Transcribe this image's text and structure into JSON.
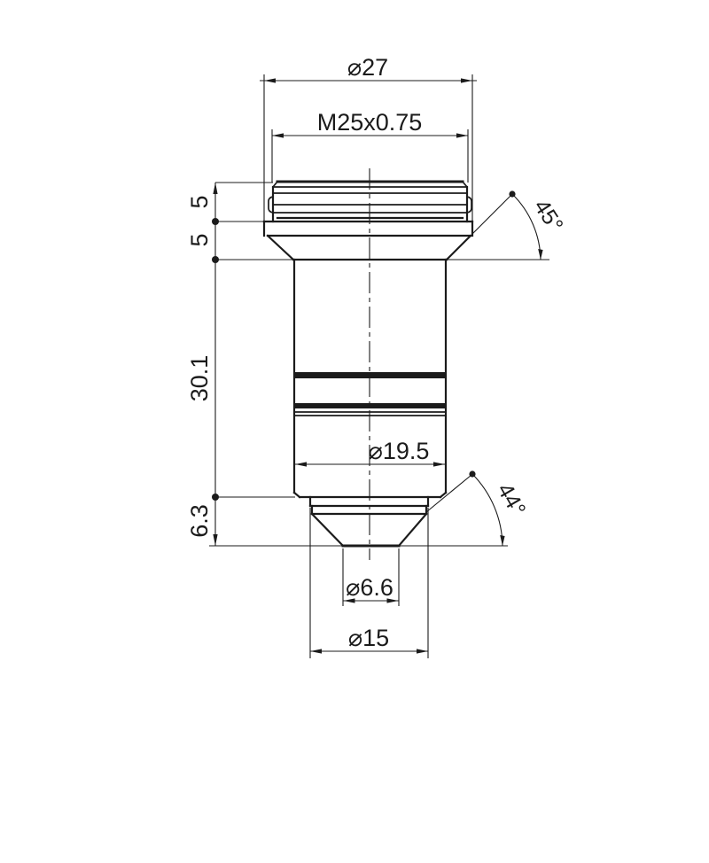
{
  "drawing": {
    "ink": "#1b1b1b",
    "background": "#ffffff",
    "labels": {
      "outer_diameter": "⌀27",
      "thread": "M25x0.75",
      "thread_length": "5",
      "flange_height": "5",
      "body_length": "30.1",
      "nose_length": "6.3",
      "body_diameter": "⌀19.5",
      "flange_chamfer_angle": "45°",
      "nose_cone_angle": "44°",
      "tip_diameter": "⌀6.6",
      "nose_diameter": "⌀15"
    }
  }
}
